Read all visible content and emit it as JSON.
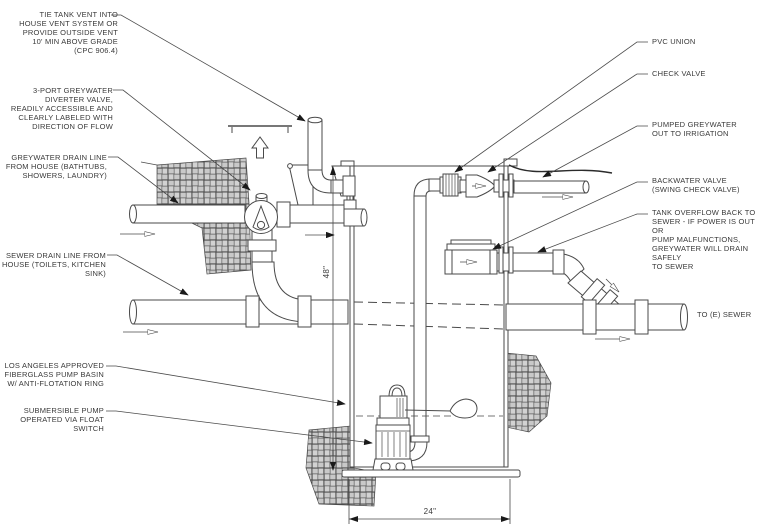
{
  "drawing": {
    "type": "greywater-pump-system-section",
    "colors": {
      "line": "#4a4a4a",
      "text": "#3a3a3a",
      "background": "#ffffff",
      "leader_arrow": "#1a1a1a"
    }
  },
  "labels": {
    "left": [
      {
        "id": "tank-vent",
        "text": "TIE TANK VENT INTO\nHOUSE VENT SYSTEM OR\nPROVIDE OUTSIDE VENT\n10' MIN ABOVE GRADE\n(CPC 906.4)"
      },
      {
        "id": "diverter-valve",
        "text": "3-PORT GREYWATER\nDIVERTER VALVE,\nREADILY ACCESSIBLE AND\nCLEARLY LABELED WITH\nDIRECTION OF FLOW"
      },
      {
        "id": "greywater-drain",
        "text": "GREYWATER DRAIN LINE\nFROM HOUSE (BATHTUBS,\nSHOWERS, LAUNDRY)"
      },
      {
        "id": "sewer-drain",
        "text": "SEWER DRAIN LINE FROM\nHOUSE (TOILETS, KITCHEN\nSINK)"
      },
      {
        "id": "pump-basin",
        "text": "LOS ANGELES APPROVED\nFIBERGLASS PUMP BASIN\nW/ ANTI-FLOTATION RING"
      },
      {
        "id": "submersible-pump",
        "text": "SUBMERSIBLE PUMP\nOPERATED VIA FLOAT\nSWITCH"
      }
    ],
    "right": [
      {
        "id": "pvc-union",
        "text": "PVC UNION"
      },
      {
        "id": "check-valve",
        "text": "CHECK VALVE"
      },
      {
        "id": "pumped-greywater",
        "text": "PUMPED GREYWATER\nOUT TO IRRIGATION"
      },
      {
        "id": "backwater-valve",
        "text": "BACKWATER VALVE\n(SWING CHECK VALVE)"
      },
      {
        "id": "tank-overflow",
        "text": "TANK OVERFLOW BACK TO\nSEWER - IF POWER IS OUT OR\nPUMP MALFUNCTIONS,\nGREYWATER WILL DRAIN SAFELY\nTO SEWER"
      },
      {
        "id": "to-existing-sewer",
        "text": "TO (E) SEWER"
      }
    ]
  },
  "dimensions": {
    "basin_depth": "48\"",
    "basin_width": "24\""
  }
}
